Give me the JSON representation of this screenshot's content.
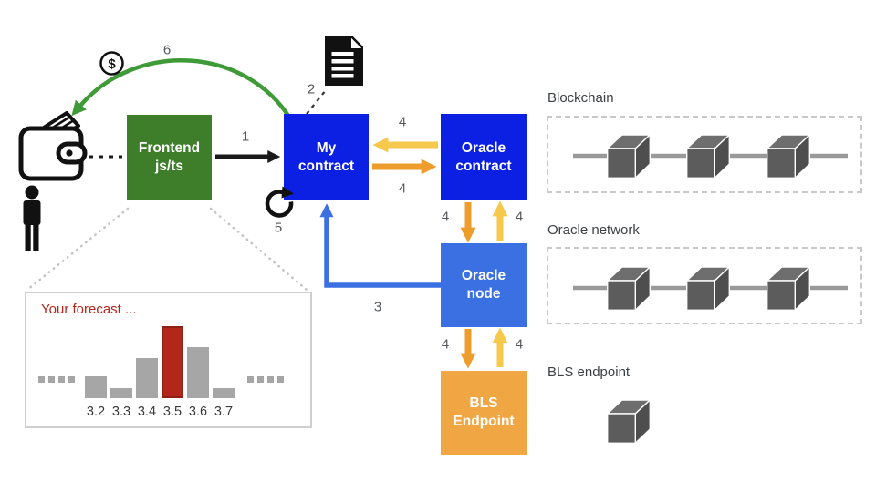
{
  "steps": {
    "s1": "1",
    "s2": "2",
    "s3": "3",
    "s4": "4",
    "s5": "5",
    "s6": "6"
  },
  "nodes": {
    "frontend": {
      "line1": "Frontend",
      "line2": "js/ts"
    },
    "my_contract": {
      "line1": "My",
      "line2": "contract"
    },
    "oracle_contract": {
      "line1": "Oracle",
      "line2": "contract"
    },
    "oracle_node": {
      "line1": "Oracle",
      "line2": "node"
    },
    "bls_endpoint": {
      "line1": "BLS",
      "line2": "Endpoint"
    }
  },
  "sections": {
    "blockchain": "Blockchain",
    "oracle_network": "Oracle network",
    "bls_endpoint": "BLS endpoint"
  },
  "coin": {
    "symbol": "$"
  },
  "icons": [
    "wallet-icon",
    "person-icon",
    "dollar-coin-icon",
    "document-icon",
    "refresh-icon",
    "cube-icon"
  ],
  "chart_data": {
    "type": "bar",
    "title": "Your forecast ...",
    "categories": [
      "3.2",
      "3.3",
      "3.4",
      "3.5",
      "3.6",
      "3.7"
    ],
    "values": [
      24,
      11,
      44,
      79,
      56,
      11
    ],
    "highlight_category": "3.5",
    "xlabel": "",
    "ylabel": "",
    "legend": false,
    "grid": false,
    "note": "histogram of forecast distribution, tails truncated with dotted marks"
  },
  "colors": {
    "contract-blue": "#0b20e3",
    "node-blue": "#3a70e2",
    "frontend-green": "#3e7d29",
    "arrow-green": "#3f9a38",
    "arrow-yellow": "#f6c84b",
    "arrow-orange": "#ee9d2d",
    "bls-orange": "#f0a642",
    "chart-red": "#b3271b",
    "bar-gray": "#a6a6a6",
    "label-gray": "#55585c",
    "section-gray": "#3c4043",
    "dash-gray": "#c9c9c9"
  }
}
